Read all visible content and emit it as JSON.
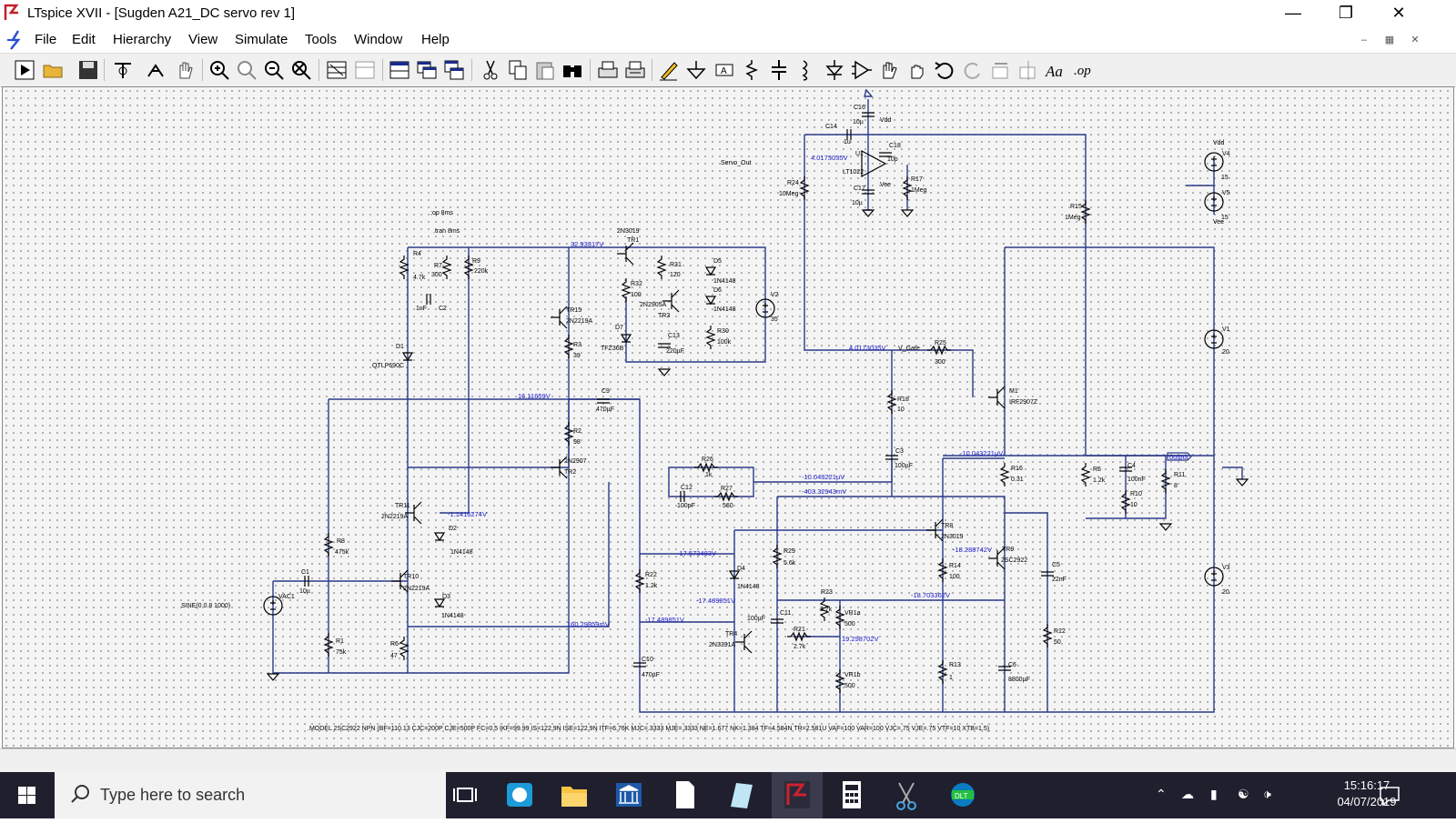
{
  "window": {
    "title": "LTspice XVII - [Sugden A21_DC servo rev 1]"
  },
  "menu": [
    "File",
    "Edit",
    "Hierarchy",
    "View",
    "Simulate",
    "Tools",
    "Window",
    "Help"
  ],
  "schematic": {
    "directives": {
      "op": ";op 8ms",
      "tran": ".tran 8ms",
      "source": "SINE(0 0.8 1000)",
      "model": ".MODEL 2SC2922 NPN (BF=110.13 CJC=200P CJE=500P FC=0.5 IKF=99.99 IS=122.9N ISE=122.9N ITF=6.76K MJC=.3333 MJE=.3333 NE=1.677 NK=1.384 TF=4.584N TR=2.581U VAF=100 VAR=100 VJC=.75 VJE=.75 VTF=10 XTB=1.5)"
    },
    "labels": [
      {
        "id": "c16",
        "t": "C16"
      },
      {
        "id": "c16v",
        "t": "10µ"
      },
      {
        "id": "vdd",
        "t": "Vdd"
      },
      {
        "id": "c14",
        "t": "C14"
      },
      {
        "id": "c14v",
        "t": "1u"
      },
      {
        "id": "u1",
        "t": "U1"
      },
      {
        "id": "c18",
        "t": "C18"
      },
      {
        "id": "c18v",
        "t": "10p"
      },
      {
        "id": "lt",
        "t": "LT1022"
      },
      {
        "id": "vee",
        "t": "Vee"
      },
      {
        "id": "c17",
        "t": "C17"
      },
      {
        "id": "c17v",
        "t": "10µ"
      },
      {
        "id": "r17",
        "t": "R17"
      },
      {
        "id": "r17v",
        "t": "1Meg"
      },
      {
        "id": "servo",
        "t": "Servo_Out"
      },
      {
        "id": "n1",
        "t": "4.0173035V"
      },
      {
        "id": "r24",
        "t": "R24"
      },
      {
        "id": "r24v",
        "t": "10Meg"
      },
      {
        "id": "v4",
        "t": "V4"
      },
      {
        "id": "v4v",
        "t": "15"
      },
      {
        "id": "v5",
        "t": "V5"
      },
      {
        "id": "v5v",
        "t": "15"
      },
      {
        "id": "vdd2",
        "t": "Vdd"
      },
      {
        "id": "vee2",
        "t": "Vee"
      },
      {
        "id": "r15",
        "t": "R15"
      },
      {
        "id": "r15v",
        "t": "1Meg"
      },
      {
        "id": "r4",
        "t": "R4"
      },
      {
        "id": "r4v",
        "t": "4.7k"
      },
      {
        "id": "r7",
        "t": "R7"
      },
      {
        "id": "r7v",
        "t": "300"
      },
      {
        "id": "r9",
        "t": "R9"
      },
      {
        "id": "r9v",
        "t": "220k"
      },
      {
        "id": "c2v",
        "t": "1nF"
      },
      {
        "id": "c2",
        "t": "C2"
      },
      {
        "id": "n2",
        "t": "32.93317V"
      },
      {
        "id": "q1",
        "t": "2N3019"
      },
      {
        "id": "tr1",
        "t": "TR1"
      },
      {
        "id": "r31",
        "t": "R31"
      },
      {
        "id": "r31v",
        "t": "120"
      },
      {
        "id": "d5",
        "t": "D5"
      },
      {
        "id": "d5v",
        "t": "1N4148"
      },
      {
        "id": "d6",
        "t": "D6"
      },
      {
        "id": "d6v",
        "t": "1N4148"
      },
      {
        "id": "r32",
        "t": "R32"
      },
      {
        "id": "r32v",
        "t": "100"
      },
      {
        "id": "q3",
        "t": "2N2905A"
      },
      {
        "id": "tr3",
        "t": "TR3"
      },
      {
        "id": "v2",
        "t": "V2"
      },
      {
        "id": "v2v",
        "t": "35"
      },
      {
        "id": "tr15",
        "t": "TR15"
      },
      {
        "id": "q15",
        "t": "2N2219A"
      },
      {
        "id": "d7",
        "t": "D7"
      },
      {
        "id": "d7v",
        "t": "TFZ36B"
      },
      {
        "id": "c13",
        "t": "C13"
      },
      {
        "id": "c13v",
        "t": "220µF"
      },
      {
        "id": "r30",
        "t": "R30"
      },
      {
        "id": "r30v",
        "t": "100k"
      },
      {
        "id": "d1",
        "t": "D1"
      },
      {
        "id": "d1v",
        "t": "QTLP690C"
      },
      {
        "id": "r3",
        "t": "R3"
      },
      {
        "id": "r3v",
        "t": "39"
      },
      {
        "id": "v1",
        "t": "V1"
      },
      {
        "id": "v1v",
        "t": "20"
      },
      {
        "id": "n3",
        "t": "4.0173035V"
      },
      {
        "id": "vgate",
        "t": "V_Gate"
      },
      {
        "id": "r25",
        "t": "R25"
      },
      {
        "id": "r25v",
        "t": "300"
      },
      {
        "id": "m1",
        "t": "M1"
      },
      {
        "id": "m1v",
        "t": "IRF2907Z"
      },
      {
        "id": "n4",
        "t": "16.11659V"
      },
      {
        "id": "c9",
        "t": "C9"
      },
      {
        "id": "c9v",
        "t": "470µF"
      },
      {
        "id": "r18",
        "t": "R18"
      },
      {
        "id": "r18v",
        "t": "10"
      },
      {
        "id": "r2",
        "t": "R2"
      },
      {
        "id": "r2v",
        "t": "98"
      },
      {
        "id": "q2",
        "t": "2N2907"
      },
      {
        "id": "tr2",
        "t": "TR2"
      },
      {
        "id": "c3",
        "t": "C3"
      },
      {
        "id": "c3v",
        "t": "100µF"
      },
      {
        "id": "n5",
        "t": "-10.043221µV"
      },
      {
        "id": "out",
        "t": "output"
      },
      {
        "id": "r26",
        "t": "R26"
      },
      {
        "id": "r26v",
        "t": "1k"
      },
      {
        "id": "r16",
        "t": "R16"
      },
      {
        "id": "r16v",
        "t": "0.31"
      },
      {
        "id": "r5",
        "t": "R5"
      },
      {
        "id": "r5v",
        "t": "1.2k"
      },
      {
        "id": "c4",
        "t": "C4"
      },
      {
        "id": "c4v",
        "t": "100nF"
      },
      {
        "id": "r11",
        "t": "R11"
      },
      {
        "id": "r11v",
        "t": "8"
      },
      {
        "id": "r10",
        "t": "R10"
      },
      {
        "id": "r10v",
        "t": "10"
      },
      {
        "id": "n6",
        "t": "-10.043221µV"
      },
      {
        "id": "c12",
        "t": "C12"
      },
      {
        "id": "c12v",
        "t": "100pF"
      },
      {
        "id": "r27",
        "t": "R27"
      },
      {
        "id": "r27v",
        "t": "560"
      },
      {
        "id": "n7",
        "t": "-403.32943mV"
      },
      {
        "id": "tr11",
        "t": "TR11"
      },
      {
        "id": "q11",
        "t": "2N2219A"
      },
      {
        "id": "n8",
        "t": "-1.1416274V"
      },
      {
        "id": "d2",
        "t": "D2"
      },
      {
        "id": "d2v",
        "t": "1N4148"
      },
      {
        "id": "tr8",
        "t": "TR8"
      },
      {
        "id": "q8",
        "t": "2N3019"
      },
      {
        "id": "n9",
        "t": "-18.288742V"
      },
      {
        "id": "tr9",
        "t": "TR9"
      },
      {
        "id": "q9",
        "t": "2SC2922"
      },
      {
        "id": "r8",
        "t": "R8"
      },
      {
        "id": "r8v",
        "t": "475k"
      },
      {
        "id": "n10",
        "t": "-17.573483V"
      },
      {
        "id": "r29",
        "t": "R29"
      },
      {
        "id": "r29v",
        "t": "5.6k"
      },
      {
        "id": "r14",
        "t": "R14"
      },
      {
        "id": "r14v",
        "t": "100"
      },
      {
        "id": "c5",
        "t": "C5"
      },
      {
        "id": "c5v",
        "t": "22nF"
      },
      {
        "id": "c1",
        "t": "C1"
      },
      {
        "id": "c1v",
        "t": "10µ"
      },
      {
        "id": "tr10",
        "t": "TR10"
      },
      {
        "id": "q10",
        "t": "2N2219A"
      },
      {
        "id": "d4",
        "t": "D4"
      },
      {
        "id": "d4v",
        "t": "1N4148"
      },
      {
        "id": "r22",
        "t": "R22"
      },
      {
        "id": "r22v",
        "t": "1.2k"
      },
      {
        "id": "d3",
        "t": "D3"
      },
      {
        "id": "d3v",
        "t": "1N4148"
      },
      {
        "id": "n11",
        "t": "-17.489851V"
      },
      {
        "id": "r23",
        "t": "R23"
      },
      {
        "id": "r23v",
        "t": "2.7k"
      },
      {
        "id": "vr1a",
        "t": "VR1a"
      },
      {
        "id": "vr1av",
        "t": "500"
      },
      {
        "id": "n12",
        "t": "-18.703362V"
      },
      {
        "id": "v3",
        "t": "V3"
      },
      {
        "id": "v3v",
        "t": "20"
      },
      {
        "id": "vac1",
        "t": "VAC1"
      },
      {
        "id": "c11",
        "t": "C11"
      },
      {
        "id": "c11v",
        "t": "100µF"
      },
      {
        "id": "n13",
        "t": "160.29859mV"
      },
      {
        "id": "n14",
        "t": "-17.489851V"
      },
      {
        "id": "tr4",
        "t": "TR4"
      },
      {
        "id": "q4",
        "t": "2N3391A"
      },
      {
        "id": "r21",
        "t": "R21"
      },
      {
        "id": "r21v",
        "t": "2.7k"
      },
      {
        "id": "n15",
        "t": "19.298702V"
      },
      {
        "id": "r12",
        "t": "R12"
      },
      {
        "id": "r12v",
        "t": "50"
      },
      {
        "id": "r1",
        "t": "R1"
      },
      {
        "id": "r1v",
        "t": "75k"
      },
      {
        "id": "r6",
        "t": "R6"
      },
      {
        "id": "r6v",
        "t": "47"
      },
      {
        "id": "c10",
        "t": "C10"
      },
      {
        "id": "c10v",
        "t": "470µF"
      },
      {
        "id": "r13",
        "t": "R13"
      },
      {
        "id": "r13v",
        "t": "1"
      },
      {
        "id": "c6",
        "t": "C6"
      },
      {
        "id": "c6v",
        "t": "8800µF"
      },
      {
        "id": "vr1b",
        "t": "VR1b"
      },
      {
        "id": "vr1bv",
        "t": "500"
      }
    ]
  },
  "taskbar": {
    "search_placeholder": "Type here to search",
    "time": "15:16:17",
    "date": "04/07/2019"
  },
  "colors": {
    "wire": "#2b3a8a",
    "label": "#000000",
    "node_voltage": "#1a1acc",
    "taskbar": "#1f1f2e"
  }
}
